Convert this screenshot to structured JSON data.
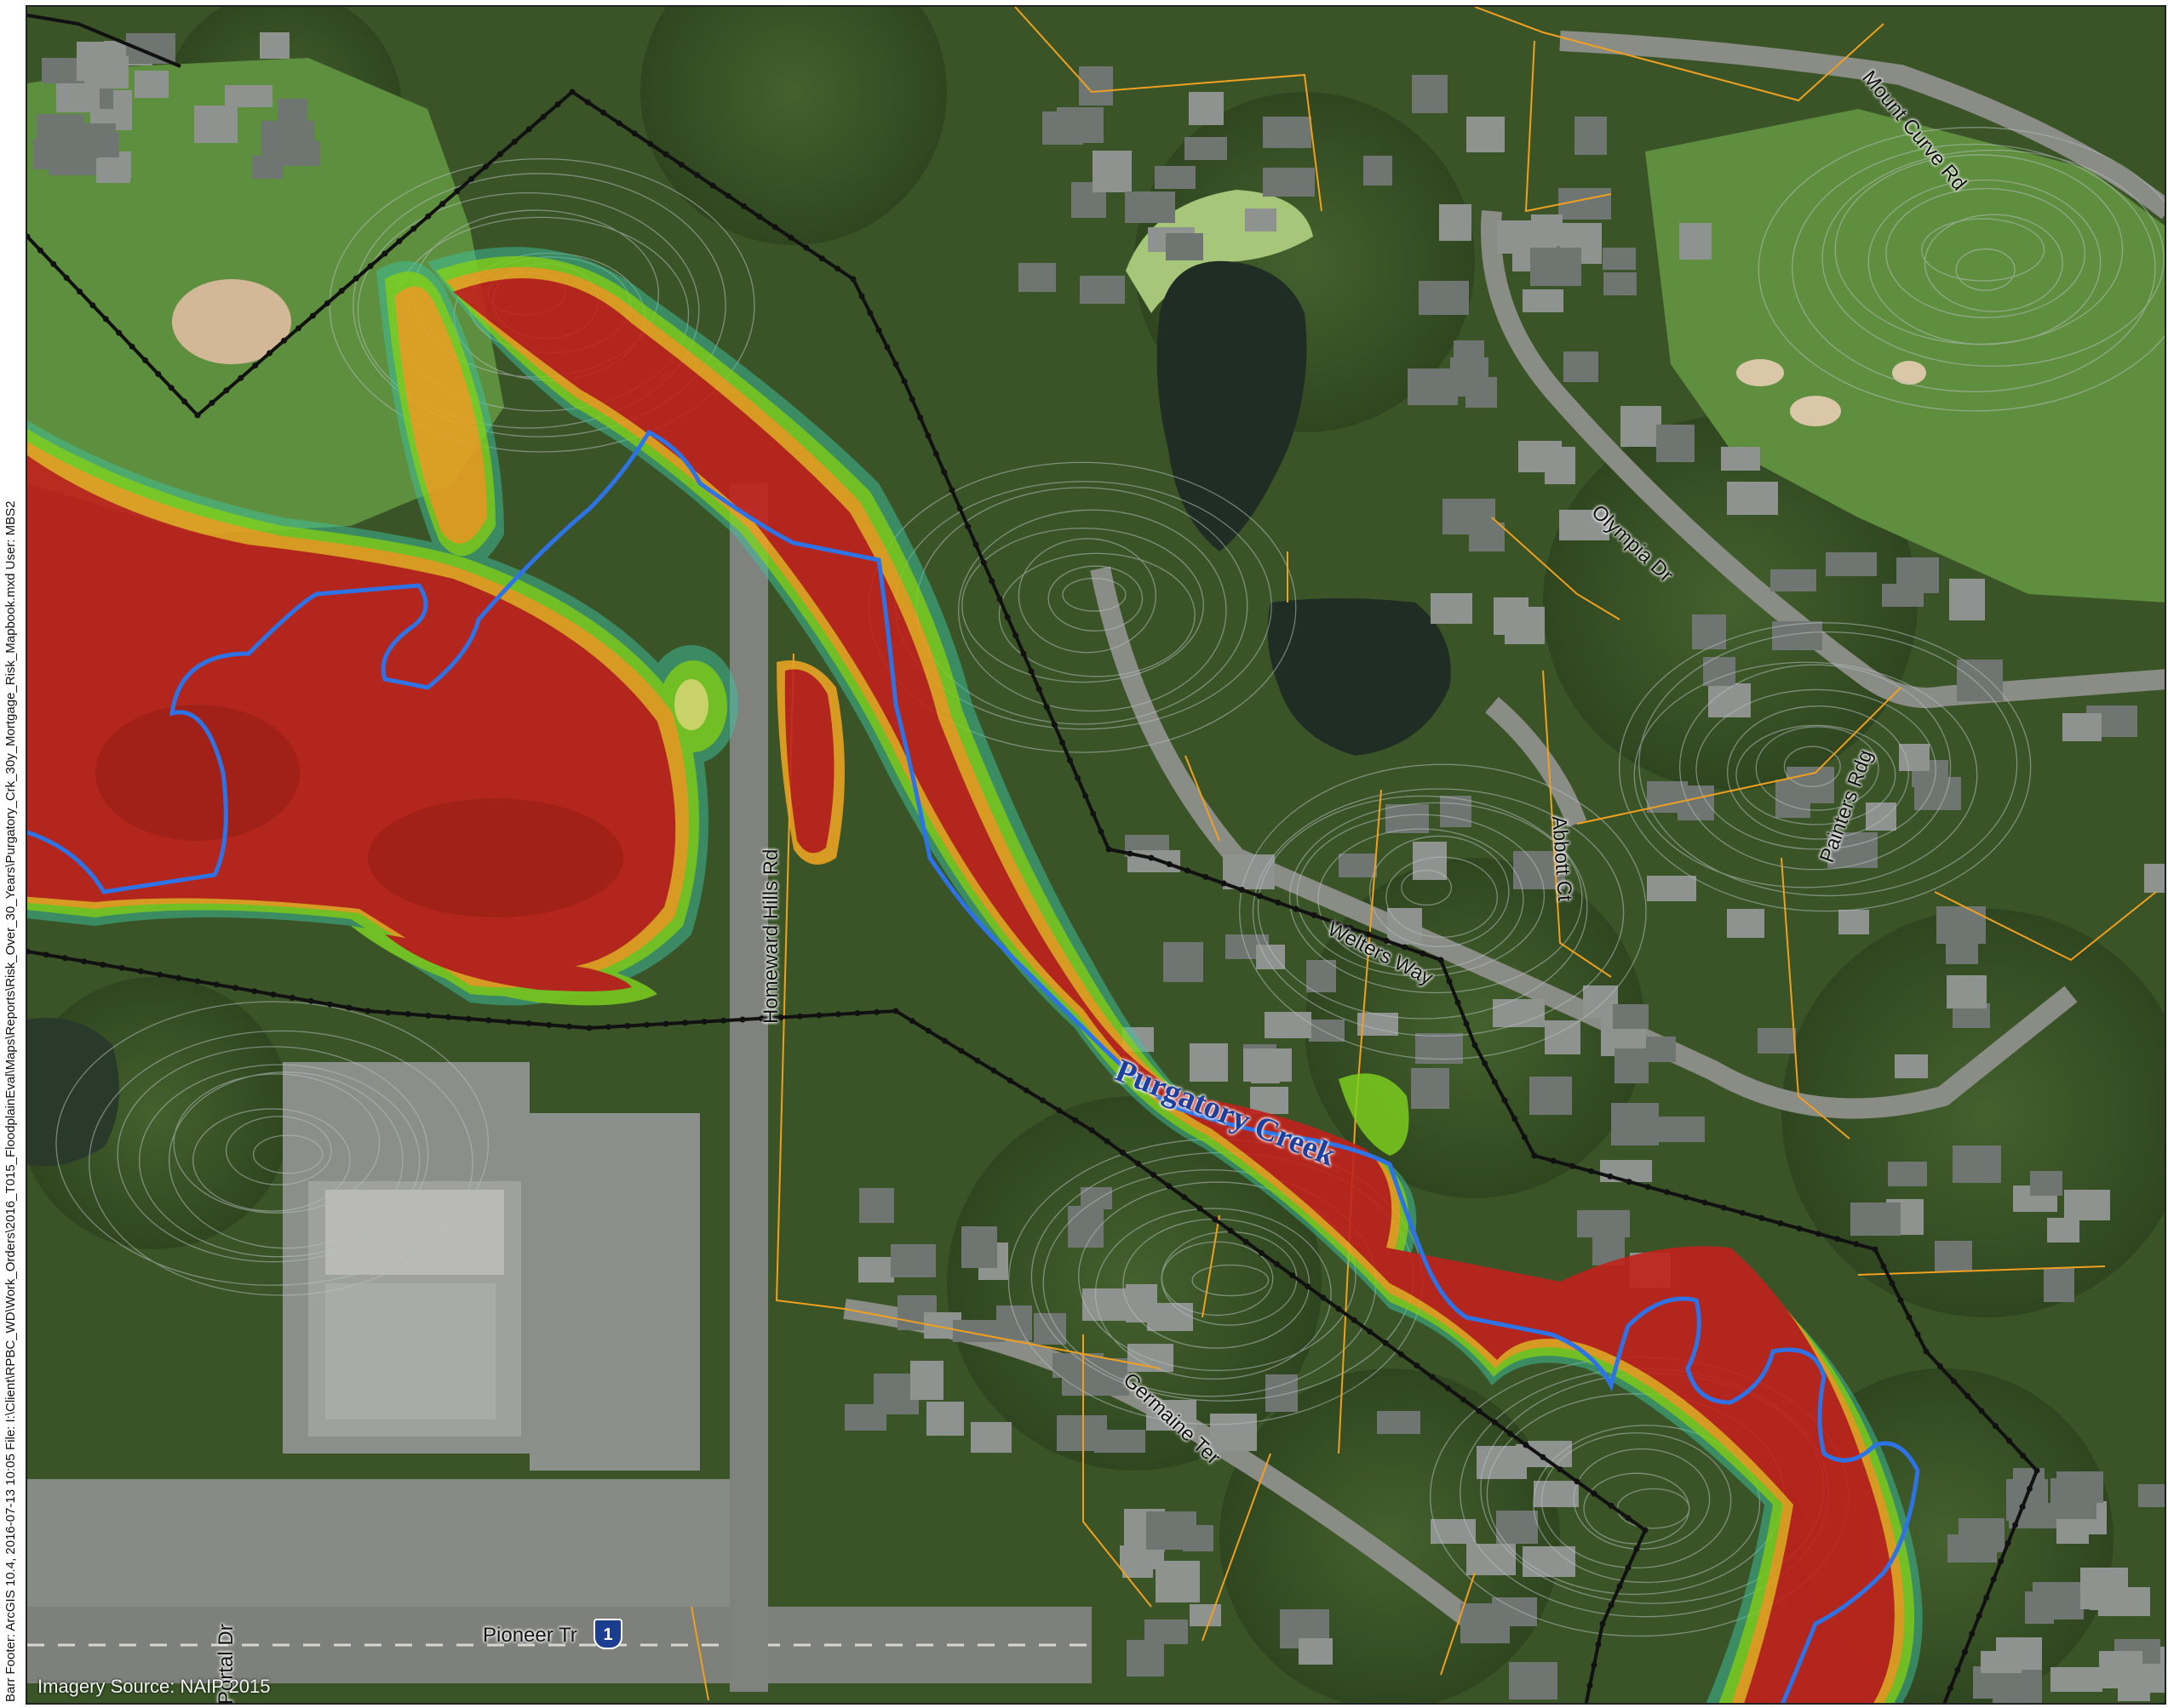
{
  "footer": "Barr Footer: ArcGIS 10.4, 2016-07-13 10:05 File: I:\\Client\\RPBC_WD\\Work_Orders\\2016_T015_FloodplainEval\\Maps\\Reports\\Risk_Over_30_Years\\Purgatory_Crk_30y_Mortgage_Risk_Mapbook.mxd User: MBS2",
  "imagery_source": "Imagery Source: NAIP 2015",
  "creek_label": "Purgatory Creek",
  "roads": {
    "mount_curve": "Mount Curve Rd",
    "olympia": "Olympia Dr",
    "abbott": "Abbott Ct",
    "painters": "Painters Rdg",
    "welters": "Welters Way",
    "homeward": "Homeward Hills Rd",
    "germaine": "Germaine Ter",
    "pioneer": "Pioneer Tr",
    "portal": "Portal Dr"
  },
  "route_shield": "1",
  "colors": {
    "risk_high": "#c1221c",
    "risk_mid": "#e8a223",
    "risk_low": "#7fd21f",
    "risk_fringe": "#3cc2a0",
    "creek": "#2e73e6",
    "boundary": "#111111",
    "parcel_lines": "#f0a020",
    "imagery_base": "#3f5a2a"
  }
}
